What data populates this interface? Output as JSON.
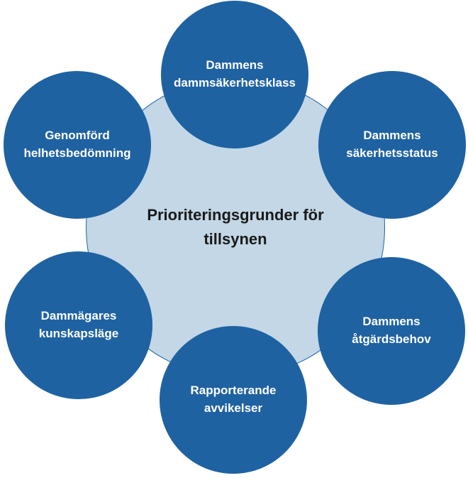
{
  "diagram": {
    "title": {
      "line1": "Prioriteringsgrunder för",
      "line2": "tillsynen"
    },
    "nodes": {
      "top": {
        "line1": "Dammens",
        "line2": "dammsäkerhetsklass"
      },
      "top_right": {
        "line1": "Dammens",
        "line2": "säkerhetsstatus"
      },
      "bottom_right": {
        "line1": "Dammens",
        "line2": "åtgärdsbehov"
      },
      "bottom": {
        "line1": "Rapporterande",
        "line2": "avvikelser"
      },
      "bottom_left": {
        "line1": "Dammägares",
        "line2": "kunskapsläge"
      },
      "top_left": {
        "line1": "Genomförd",
        "line2": "helhetsbedömning"
      }
    },
    "colors": {
      "node_fill": "#1F62A2",
      "node_text": "#FFFFFF",
      "center_fill": "#C3D7E6",
      "center_border": "#1F62A2",
      "title_text": "#1A1A1A",
      "background": "#FFFFFF"
    }
  }
}
